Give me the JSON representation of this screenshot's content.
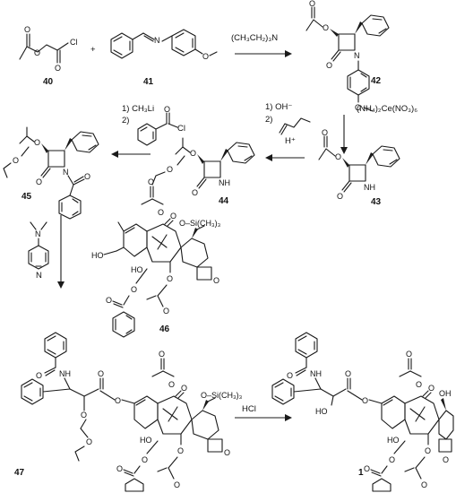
{
  "compounds": {
    "c40": {
      "number": "40",
      "chloride": "Cl"
    },
    "c41": {
      "number": "41",
      "nitrogen": "N"
    },
    "c42": {
      "number": "42",
      "nitrogen": "N"
    },
    "c43": {
      "number": "43",
      "amide": "NH"
    },
    "c44": {
      "number": "44",
      "amide": "NH"
    },
    "c45": {
      "number": "45",
      "nitrogen": "N"
    },
    "c46": {
      "number": "46",
      "silyl": "O–Si(CH₃)₃",
      "hydroxyl": "HO",
      "hydroxyl2": "HO"
    },
    "c47": {
      "number": "47",
      "silyl": "O–Si(CH₃)₃",
      "amide": "NH",
      "hydroxyl": "HO"
    },
    "c1": {
      "number": "1",
      "amide": "NH",
      "hydroxyl": "HO",
      "hydroxyl_side": "HO",
      "hydroxyl_top": "OH"
    }
  },
  "reagents": {
    "plus": "+",
    "r_40_41": "(CH₃CH₂)₃N",
    "r_42_43": "(NH₄)₂Ce(NO₃)₆",
    "r_43_44_step1": "1) OH⁻",
    "r_43_44_step2": "2)",
    "r_43_44_acid": "H⁺",
    "r_44_45_step1": "1) CH₃Li",
    "r_44_45_step2": "2)",
    "r_44_45_cl": "Cl",
    "r_45_46_n": "N",
    "r_47_1": "HCl"
  }
}
